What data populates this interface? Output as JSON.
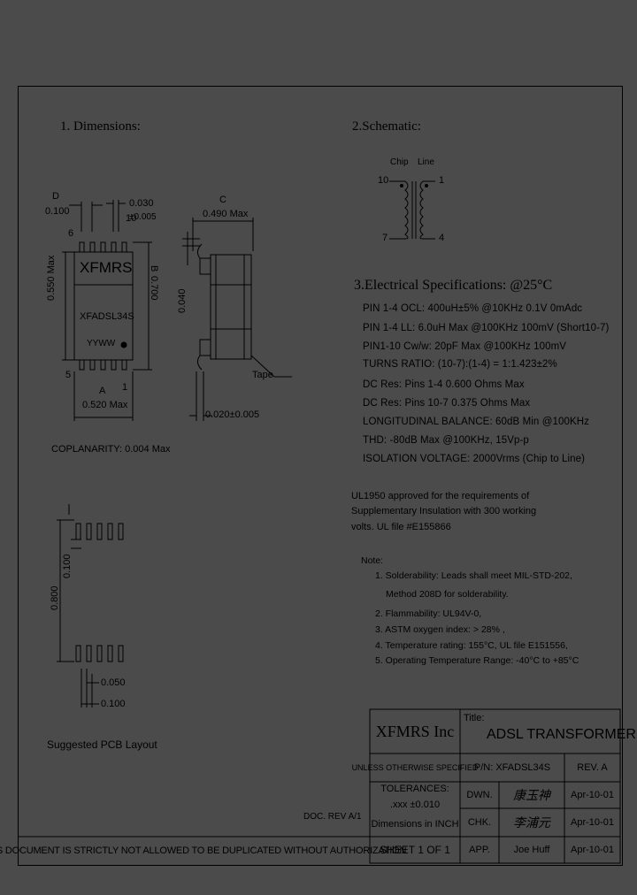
{
  "sections": {
    "dimensions_title": "1. Dimensions:",
    "schematic_title": "2.Schematic:",
    "elec_title": "3.Electrical Specifications: @25°C"
  },
  "dims": {
    "d_label": "D",
    "d_value": "0.100",
    "top_tol": "0.030",
    "top_tol2": "±0.005",
    "pin10": "10",
    "pin6": "6",
    "pin5": "5",
    "pin1": "1",
    "chip_brand": "XFMRS",
    "chip_part": "XFADSL34S",
    "chip_date": "YYWW",
    "height_label": "0.550 Max",
    "b_label": "B",
    "b_value": "0.700",
    "a_label": "A",
    "a_value": "0.520 Max",
    "c_label": "C",
    "c_value": "0.490 Max",
    "side_h": "0.040",
    "tape": "Tape",
    "lead_tol": "0.020±0.005",
    "coplanarity": "COPLANARITY: 0.004 Max"
  },
  "schematic": {
    "chip": "Chip",
    "line": "Line",
    "p10": "10",
    "p7": "7",
    "p1": "1",
    "p4": "4"
  },
  "specs": [
    "PIN 1-4 OCL: 400uH±5% @10KHz 0.1V 0mAdc",
    "PIN 1-4 LL: 6.0uH Max @100KHz 100mV (Short10-7)",
    "PIN1-10 Cw/w: 20pF Max @100KHz 100mV",
    "TURNS RATIO: (10-7):(1-4) = 1:1.423±2%",
    "DC Res: Pins 1-4 0.600 Ohms Max",
    "DC Res: Pins 10-7 0.375 Ohms Max",
    "LONGITUDINAL BALANCE: 60dB Min @100KHz",
    "THD: -80dB Max @100KHz, 15Vp-p",
    "ISOLATION VOLTAGE: 2000Vrms (Chip to Line)"
  ],
  "ul_text": [
    "UL1950 approved for the requirements of",
    "Supplementary Insulation with 300 working",
    "volts. UL file #E155866"
  ],
  "notes": {
    "title": "Note:",
    "items": [
      "1. Solderability: Leads shall meet MIL-STD-202,",
      "Method 208D for solderability.",
      "2. Flammability: UL94V-0,",
      "3. ASTM oxygen index: > 28% ,",
      "4. Temperature rating: 155°C, UL file E151556,",
      "5. Operating Temperature Range: -40°C to +85°C"
    ]
  },
  "pcb": {
    "dim_0800": "0.800",
    "dim_0100": "0.100",
    "dim_0050": "0.050",
    "dim_0100b": "0.100",
    "caption": "Suggested PCB Layout"
  },
  "doc_rev": "DOC. REV A/1",
  "disclaimer": "THIS DOCUMENT IS STRICTLY NOT ALLOWED TO BE DUPLICATED WITHOUT AUTHORIZATION",
  "title_block": {
    "company": "XFMRS Inc",
    "title_label": "Title:",
    "title": "ADSL TRANSFORMER",
    "unless": "UNLESS OTHERWISE SPECIFIED",
    "pn": "P/N: XFADSL34S",
    "rev": "REV. A",
    "tolerances": "TOLERANCES:",
    "tol_value": ".xxx ±0.010",
    "dimensions_in": "Dimensions in INCH",
    "dwn": "DWN.",
    "dwn_sig": "康玉神",
    "dwn_date": "Apr-10-01",
    "chk": "CHK.",
    "chk_sig": "李浦元",
    "chk_date": "Apr-10-01",
    "sheet": "SHEET  1  OF  1",
    "app": "APP.",
    "app_name": "Joe Huff",
    "app_date": "Apr-10-01"
  }
}
